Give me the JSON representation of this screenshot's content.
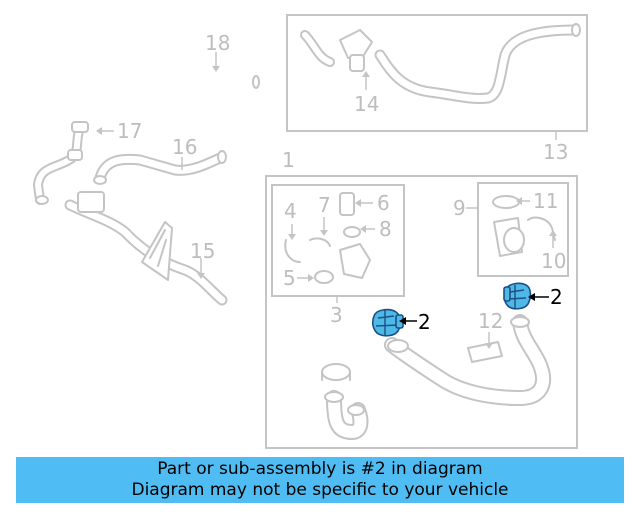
{
  "callouts": {
    "c1": "1",
    "c2a": "2",
    "c2b": "2",
    "c3": "3",
    "c4": "4",
    "c5": "5",
    "c6": "6",
    "c7": "7",
    "c8": "8",
    "c9": "9",
    "c10": "10",
    "c11": "11",
    "c12": "12",
    "c13": "13",
    "c14": "14",
    "c15": "15",
    "c16": "16",
    "c17": "17",
    "c18": "18"
  },
  "highlighted_part": "2",
  "colors": {
    "highlight_fill": "#4fb9e6",
    "highlight_stroke": "#1b4f86",
    "banner": "#4fbdf3",
    "linework": "#c4c4c4"
  },
  "banner": {
    "line1": "Part or sub-assembly is #2 in diagram",
    "line2": "Diagram may not be specific to your vehicle"
  }
}
